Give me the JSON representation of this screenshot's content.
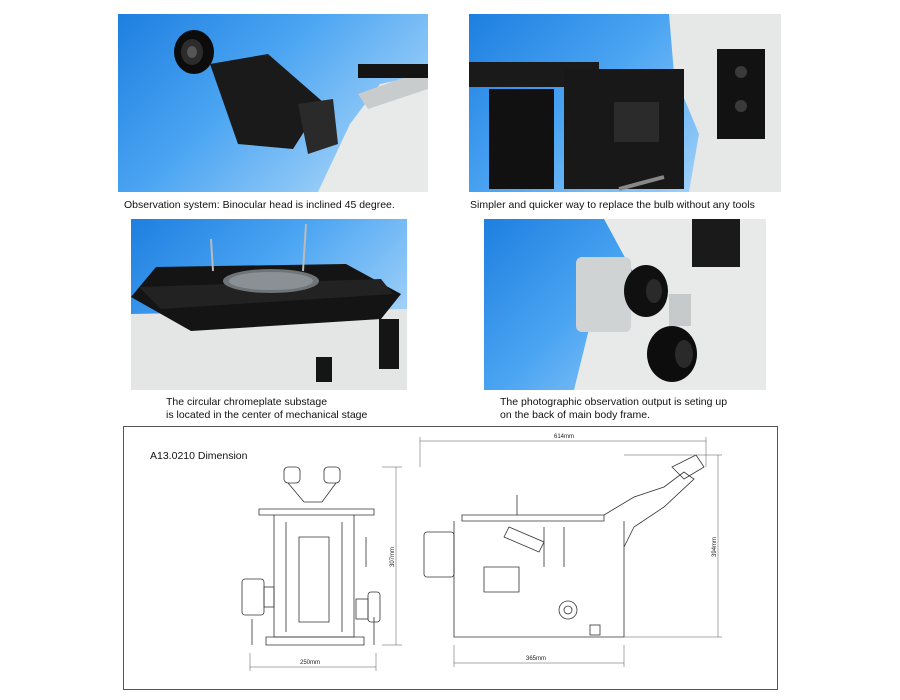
{
  "panels": [
    {
      "caption": "Observation system: Binocular head is inclined 45 degree."
    },
    {
      "caption": "Simpler and quicker way to replace the bulb without any tools"
    },
    {
      "caption": "The circular chromeplate substage\nis located in the center of mechanical stage"
    },
    {
      "caption": "The photographic observation output is seting up\non the back of main body frame."
    }
  ],
  "dimension": {
    "title": "A13.0210 Dimension",
    "labels": {
      "width_front": "250mm",
      "height_front": "307mm",
      "depth_bottom": "365mm",
      "depth_top": "614mm",
      "height_side": "394mm"
    }
  },
  "colors": {
    "photo_blue": "#2a86e6",
    "body_gray": "#e4e6e6",
    "stage_black": "#141414"
  }
}
